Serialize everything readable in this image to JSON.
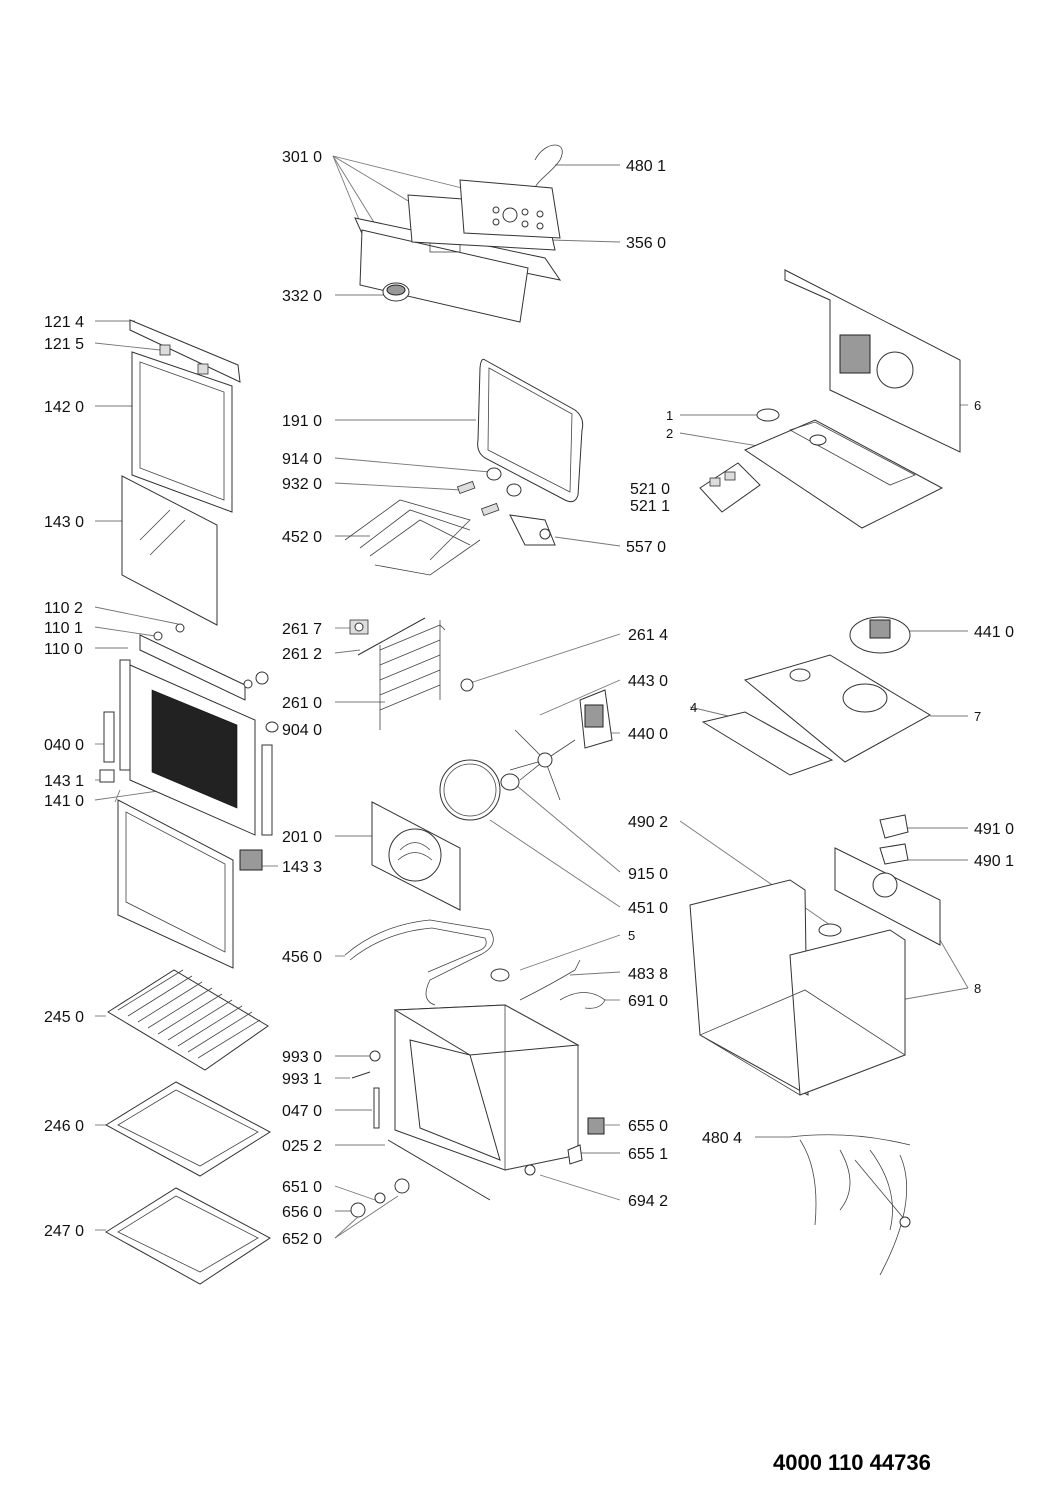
{
  "document_number": "4000 110 44736",
  "labels": {
    "l3010": "301 0",
    "l4801": "480 1",
    "l3560": "356 0",
    "l3320": "332 0",
    "l1214": "121 4",
    "l1215": "121 5",
    "l1420": "142 0",
    "l1910": "191 0",
    "l9140": "914 0",
    "l9320": "932 0",
    "l1430": "143 0",
    "l4520": "452 0",
    "l5570": "557 0",
    "l1": "1",
    "l2": "2",
    "l6": "6",
    "l5210": "521 0",
    "l5211": "521 1",
    "l1102": "110 2",
    "l1101": "110 1",
    "l1100": "110 0",
    "l2617": "261 7",
    "l2612": "261 2",
    "l2614": "261 4",
    "l2610": "261 0",
    "l4410": "441 0",
    "l4430": "443 0",
    "l4": "4",
    "l7": "7",
    "l4400": "440 0",
    "l9040": "904 0",
    "l0400": "040 0",
    "l1431": "143 1",
    "l1410": "141 0",
    "l4902": "490 2",
    "l4910": "491 0",
    "l2010": "201 0",
    "l4901": "490 1",
    "l1433": "143 3",
    "l9150": "915 0",
    "l4510": "451 0",
    "l5": "5",
    "l8": "8",
    "l4560": "456 0",
    "l4838": "483 8",
    "l6910": "691 0",
    "l2450": "245 0",
    "l9930": "993 0",
    "l9931": "993 1",
    "l0470": "047 0",
    "l6550": "655 0",
    "l2460": "246 0",
    "l4804": "480 4",
    "l0252": "025 2",
    "l6551": "655 1",
    "l6510": "651 0",
    "l6942": "694 2",
    "l6560": "656 0",
    "l2470": "247 0",
    "l6520": "652 0"
  }
}
